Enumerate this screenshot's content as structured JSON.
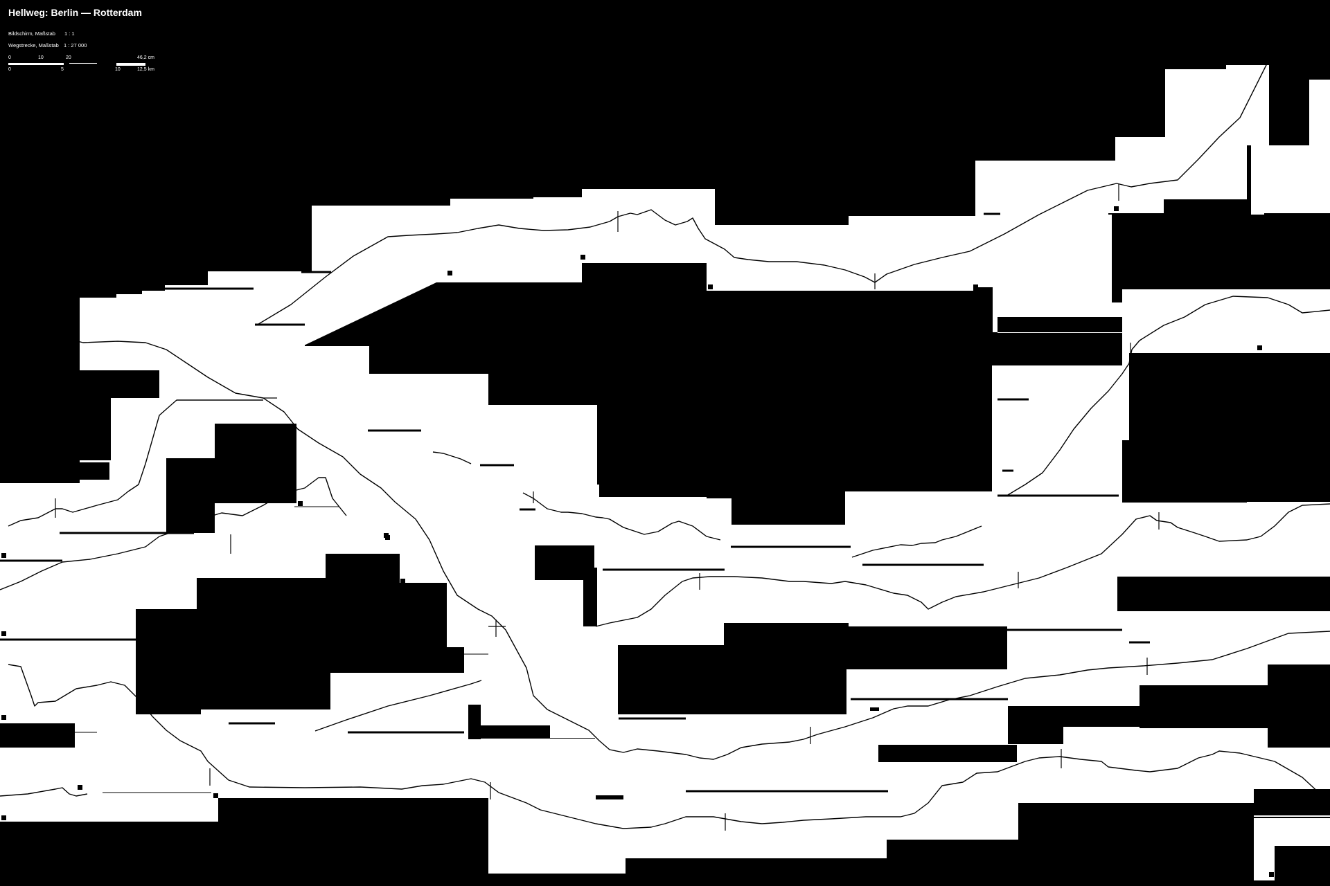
{
  "legend": {
    "title": "Hellweg: Berlin — Rotterdam",
    "screen_label": "Bildschirm, Maßstab",
    "screen_scale": "1 : 1",
    "route_label": "Wegstrecke, Maßstab",
    "route_scale": "1 : 27 000",
    "cm_ticks": [
      "0",
      "10",
      "20",
      "46,2 cm"
    ],
    "km_ticks": [
      "0",
      "5",
      "10",
      "12,5 km"
    ]
  },
  "colors": {
    "foreground": "#000000",
    "background": "#ffffff"
  }
}
